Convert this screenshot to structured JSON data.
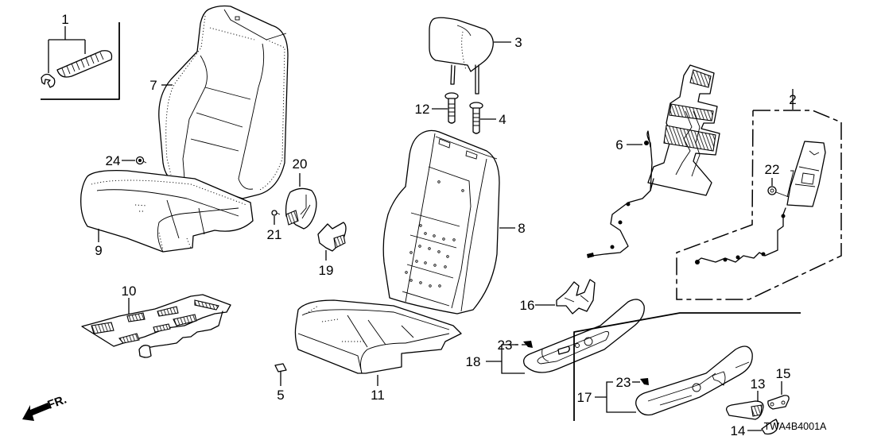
{
  "diagram": {
    "type": "exploded-parts-diagram",
    "subject": "Front seat components",
    "reference_code": "TWA4B4001A",
    "direction_indicator": "FR.",
    "callouts": [
      {
        "id": "1",
        "label": "1",
        "part": "clip set (frame hooks)"
      },
      {
        "id": "2",
        "label": "2",
        "part": "side airbag assembly (set)"
      },
      {
        "id": "3",
        "label": "3",
        "part": "headrest"
      },
      {
        "id": "4",
        "label": "4",
        "part": "headrest guide (free)"
      },
      {
        "id": "5",
        "label": "5",
        "part": "clip"
      },
      {
        "id": "6",
        "label": "6",
        "part": "seat-back heater"
      },
      {
        "id": "7",
        "label": "7",
        "part": "seat-back cover"
      },
      {
        "id": "8",
        "label": "8",
        "part": "seat-back pad"
      },
      {
        "id": "9",
        "label": "9",
        "part": "seat-cushion cover"
      },
      {
        "id": "10",
        "label": "10",
        "part": "seat-cushion heater"
      },
      {
        "id": "11",
        "label": "11",
        "part": "seat-cushion pad"
      },
      {
        "id": "12",
        "label": "12",
        "part": "headrest guide (lock)"
      },
      {
        "id": "13",
        "label": "13",
        "part": "recliner knob"
      },
      {
        "id": "14",
        "label": "14",
        "part": "knob cap"
      },
      {
        "id": "15",
        "label": "15",
        "part": "lever"
      },
      {
        "id": "16",
        "label": "16",
        "part": "seat switch"
      },
      {
        "id": "17",
        "label": "17",
        "part": "side cover (manual)"
      },
      {
        "id": "18",
        "label": "18",
        "part": "side cover (power)"
      },
      {
        "id": "19",
        "label": "19",
        "part": "recliner cover (inner)"
      },
      {
        "id": "20",
        "label": "20",
        "part": "recliner cover"
      },
      {
        "id": "21",
        "label": "21",
        "part": "screw"
      },
      {
        "id": "22",
        "label": "22",
        "part": "nut"
      },
      {
        "id": "23",
        "label": "23",
        "part": "clip"
      },
      {
        "id": "23b",
        "label": "23",
        "part": "clip"
      },
      {
        "id": "24",
        "label": "24",
        "part": "clip"
      }
    ]
  }
}
